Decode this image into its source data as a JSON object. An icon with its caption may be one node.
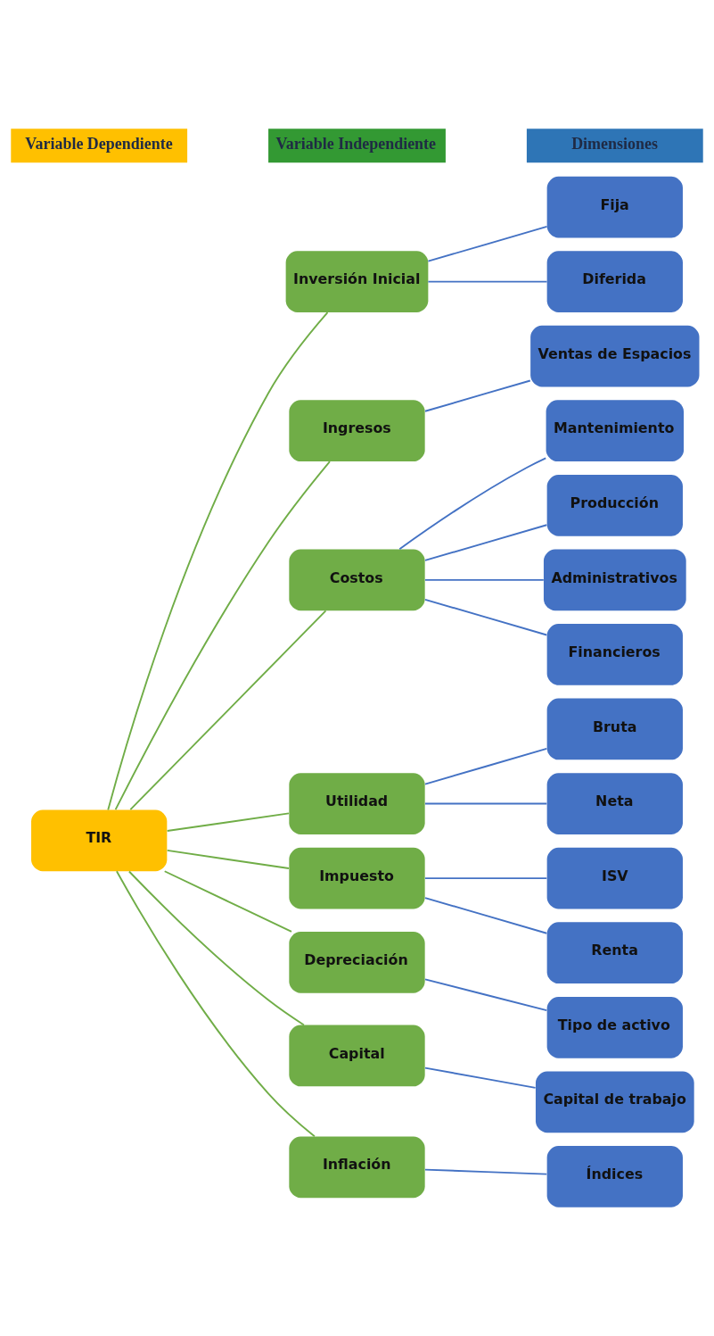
{
  "diagram": {
    "nodes": [
      {
        "text": [
          "Variable Dependiente"
        ]
      },
      {
        "text": [
          "Variable Independiente"
        ]
      },
      {
        "text": [
          "Dimensiones"
        ]
      },
      {
        "text": [
          "TIR"
        ]
      },
      {
        "text": [
          "Inversión Inicial"
        ]
      },
      {
        "text": [
          "Fija"
        ]
      },
      {
        "text": [
          "Diferida"
        ]
      },
      {
        "text": [
          "Ingresos"
        ]
      },
      {
        "text": [
          "Ventas de Espacios"
        ]
      },
      {
        "text": [
          "Costos"
        ]
      },
      {
        "text": [
          "Mantenimiento"
        ]
      },
      {
        "text": [
          "Producción"
        ]
      },
      {
        "text": [
          "Administrativos"
        ]
      },
      {
        "text": [
          "Financieros"
        ]
      },
      {
        "text": [
          "Utilidad"
        ]
      },
      {
        "text": [
          "Bruta"
        ]
      },
      {
        "text": [
          "Neta"
        ]
      },
      {
        "text": [
          "Impuesto"
        ]
      },
      {
        "text": [
          "ISV"
        ]
      },
      {
        "text": [
          "Renta"
        ]
      },
      {
        "text": [
          "Depreciación"
        ]
      },
      {
        "text": [
          "Tipo de activo"
        ]
      },
      {
        "text": [
          "Capital"
        ]
      },
      {
        "text": [
          "Capital de trabajo"
        ]
      },
      {
        "text": [
          "Inflación"
        ]
      },
      {
        "text": [
          "Índices"
        ]
      }
    ],
    "edges": [
      {
        "from": 3,
        "to": 4,
        "arrow": "none",
        "color": "#70ad47"
      },
      {
        "from": 3,
        "to": 7,
        "arrow": "none",
        "color": "#70ad47"
      },
      {
        "from": 3,
        "to": 9,
        "arrow": "none",
        "color": "#70ad47"
      },
      {
        "from": 3,
        "to": 14,
        "arrow": "none",
        "color": "#70ad47"
      },
      {
        "from": 3,
        "to": 17,
        "arrow": "none",
        "color": "#70ad47"
      },
      {
        "from": 3,
        "to": 20,
        "arrow": "none",
        "color": "#70ad47"
      },
      {
        "from": 3,
        "to": 22,
        "arrow": "none",
        "color": "#70ad47"
      },
      {
        "from": 3,
        "to": 24,
        "arrow": "none",
        "color": "#70ad47"
      },
      {
        "from": 4,
        "to": 5,
        "arrow": "none"
      },
      {
        "from": 4,
        "to": 6,
        "arrow": "none"
      },
      {
        "from": 7,
        "to": 8,
        "arrow": "none"
      },
      {
        "from": 9,
        "to": 10,
        "arrow": "none"
      },
      {
        "from": 9,
        "to": 11,
        "arrow": "none"
      },
      {
        "from": 9,
        "to": 12,
        "arrow": "none"
      },
      {
        "from": 9,
        "to": 13,
        "arrow": "none"
      },
      {
        "from": 14,
        "to": 15,
        "arrow": "none"
      },
      {
        "from": 14,
        "to": 16,
        "arrow": "none"
      },
      {
        "from": 17,
        "to": 18,
        "arrow": "none"
      },
      {
        "from": 17,
        "to": 19,
        "arrow": "none"
      },
      {
        "from": 20,
        "to": 21,
        "arrow": "none"
      },
      {
        "from": 22,
        "to": 23,
        "arrow": "none"
      },
      {
        "from": 24,
        "to": 25,
        "arrow": "none"
      }
    ]
  }
}
